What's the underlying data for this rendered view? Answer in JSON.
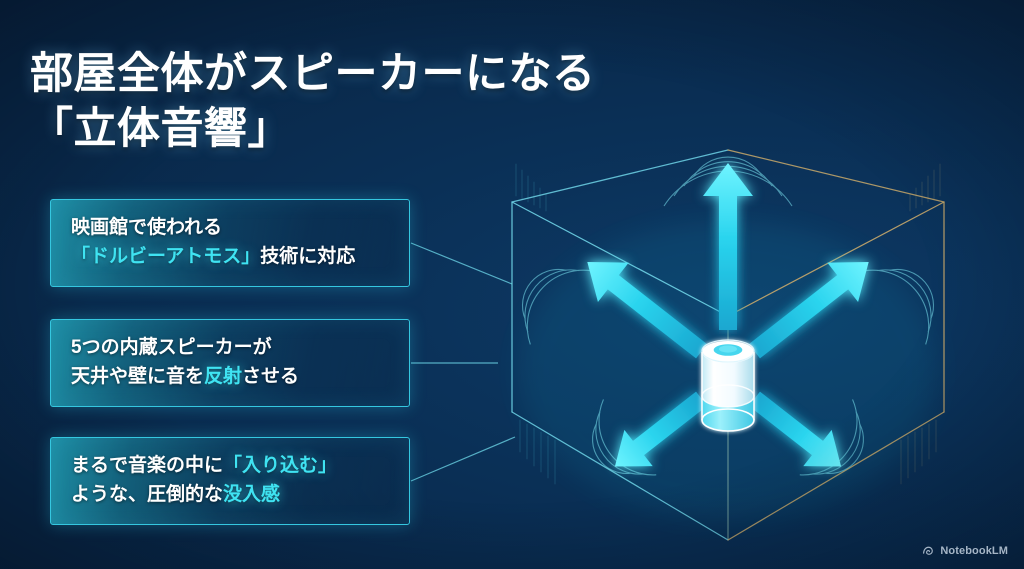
{
  "slide": {
    "title": "部屋全体がスピーカーになる\n「立体音響」",
    "background_color": "#0a2c52",
    "accent_cyan": "#3fe3f2",
    "accent_gold": "#c9a96a"
  },
  "cards": [
    {
      "id": "card-dolby-atmos",
      "lines": [
        [
          {
            "text": "映画館で使われる",
            "style": "plain"
          }
        ],
        [
          {
            "text": "「ドルビーアトモス」",
            "style": "highlight"
          },
          {
            "text": "技術に対応",
            "style": "plain"
          }
        ]
      ]
    },
    {
      "id": "card-five-speakers",
      "lines": [
        [
          {
            "text": "5つの内蔵スピーカーが",
            "style": "plain"
          }
        ],
        [
          {
            "text": "天井や壁に音を",
            "style": "plain"
          },
          {
            "text": "反射",
            "style": "highlight"
          },
          {
            "text": "させる",
            "style": "plain"
          }
        ]
      ]
    },
    {
      "id": "card-immersion",
      "lines": [
        [
          {
            "text": "まるで音楽の中に",
            "style": "plain"
          },
          {
            "text": "「入り込む」",
            "style": "highlight"
          }
        ],
        [
          {
            "text": "ような、圧倒的な",
            "style": "plain"
          },
          {
            "text": "没入感",
            "style": "highlight"
          }
        ]
      ]
    }
  ],
  "illustration": {
    "name": "isometric-room-cube-with-speaker",
    "speaker_label": "smart-speaker-cylinder",
    "arrow_count": 5,
    "arrow_directions": [
      "up",
      "upper-left",
      "upper-right",
      "lower-left",
      "lower-right"
    ],
    "cube_edge_color_left": "#4fb8d8",
    "cube_edge_color_right": "#c9a96a"
  },
  "watermark": {
    "label": "NotebookLM",
    "icon": "notebooklm-logo-icon"
  }
}
